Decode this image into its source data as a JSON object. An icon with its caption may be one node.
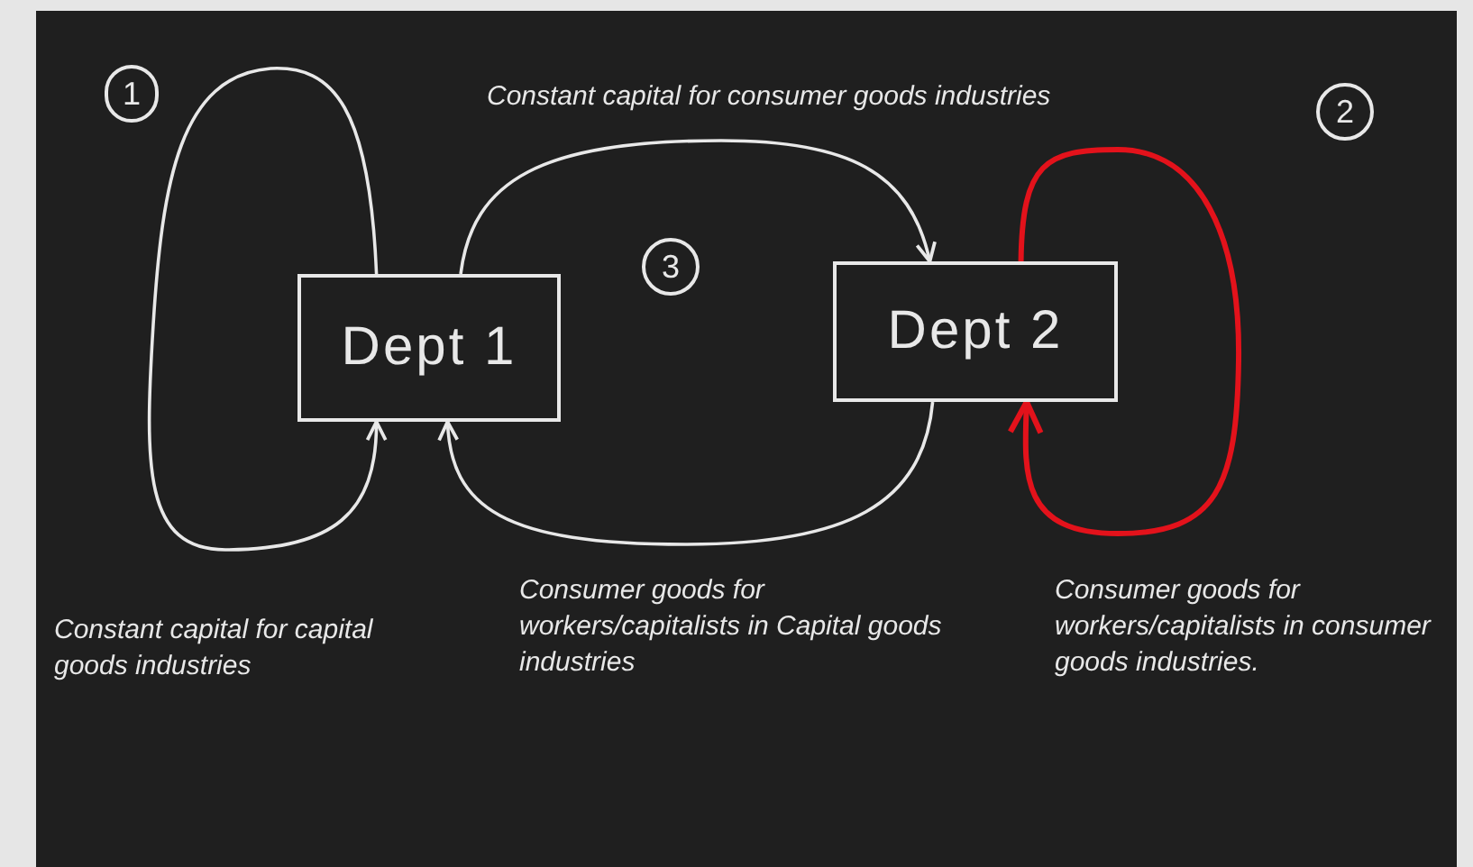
{
  "diagram": {
    "nodes": [
      {
        "text": [
          "1"
        ]
      },
      {
        "text": [
          "2"
        ]
      },
      {
        "text": [
          "3"
        ]
      },
      {
        "text": [
          "Dept 1"
        ]
      },
      {
        "text": [
          "Dept 2"
        ]
      }
    ],
    "edges": [
      {
        "from": 3,
        "to": 3,
        "arrow": "to"
      },
      {
        "from": 3,
        "to": 4,
        "arrow": "to"
      },
      {
        "from": 4,
        "to": 3,
        "arrow": "to"
      },
      {
        "from": 4,
        "to": 4,
        "arrow": "to",
        "color": "#e3121b"
      }
    ],
    "labels": [
      "Constant capital for consumer goods industries",
      "Consumer goods for workers/capitalists in Capital goods industries",
      "Consumer goods for workers/capitalists in consumer goods industries.",
      "Constant capital for capital goods industries"
    ]
  }
}
